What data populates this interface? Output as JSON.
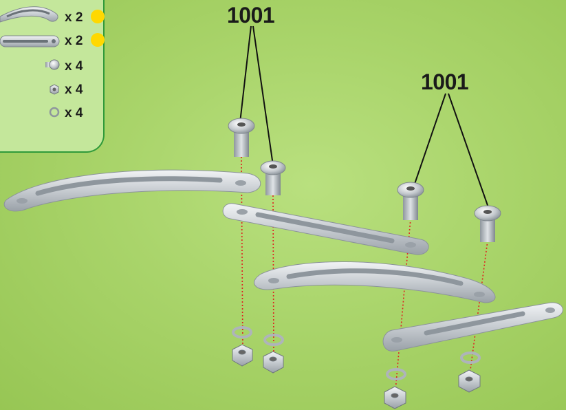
{
  "parts_list": [
    {
      "icon": "curved-strip-icon",
      "quantity": "x 2",
      "marker_color": "#ffd800"
    },
    {
      "icon": "slotted-strip-icon",
      "quantity": "x 2",
      "marker_color": "#ffd800"
    },
    {
      "icon": "bolt-icon",
      "quantity": "x 4"
    },
    {
      "icon": "nut-icon",
      "quantity": "x 4"
    },
    {
      "icon": "washer-icon",
      "quantity": "x 4"
    }
  ],
  "callouts": [
    {
      "label": "1001"
    },
    {
      "label": "1001"
    }
  ],
  "colors": {
    "background": "#a9d46a",
    "panel": "#c4e79b",
    "panel_border": "#2f9a3a",
    "metal": "#c9ced3",
    "guide_line": "#e02020"
  }
}
